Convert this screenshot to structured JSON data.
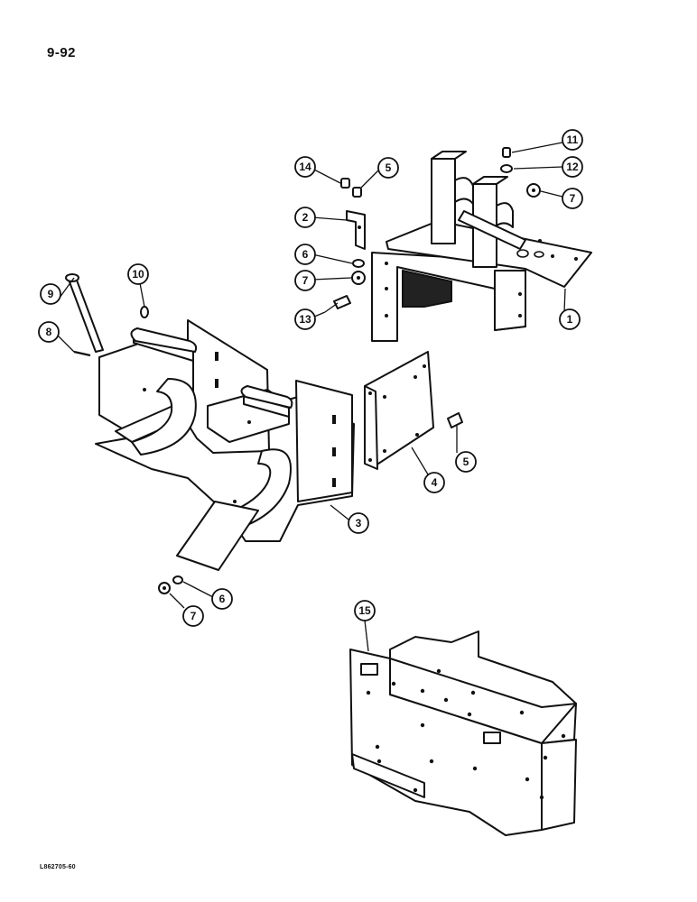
{
  "page": {
    "page_number": "9-92",
    "figure_code": "L862705-60"
  },
  "callouts": [
    {
      "id": "c1",
      "label": "1"
    },
    {
      "id": "c2",
      "label": "2"
    },
    {
      "id": "c3",
      "label": "3"
    },
    {
      "id": "c4",
      "label": "4"
    },
    {
      "id": "c5a",
      "label": "5"
    },
    {
      "id": "c5b",
      "label": "5"
    },
    {
      "id": "c6a",
      "label": "6"
    },
    {
      "id": "c6b",
      "label": "6"
    },
    {
      "id": "c7a",
      "label": "7"
    },
    {
      "id": "c7b",
      "label": "7"
    },
    {
      "id": "c7c",
      "label": "7"
    },
    {
      "id": "c8",
      "label": "8"
    },
    {
      "id": "c9",
      "label": "9"
    },
    {
      "id": "c10",
      "label": "10"
    },
    {
      "id": "c11",
      "label": "11"
    },
    {
      "id": "c12",
      "label": "12"
    },
    {
      "id": "c13",
      "label": "13"
    },
    {
      "id": "c14",
      "label": "14"
    },
    {
      "id": "c15",
      "label": "15"
    }
  ]
}
